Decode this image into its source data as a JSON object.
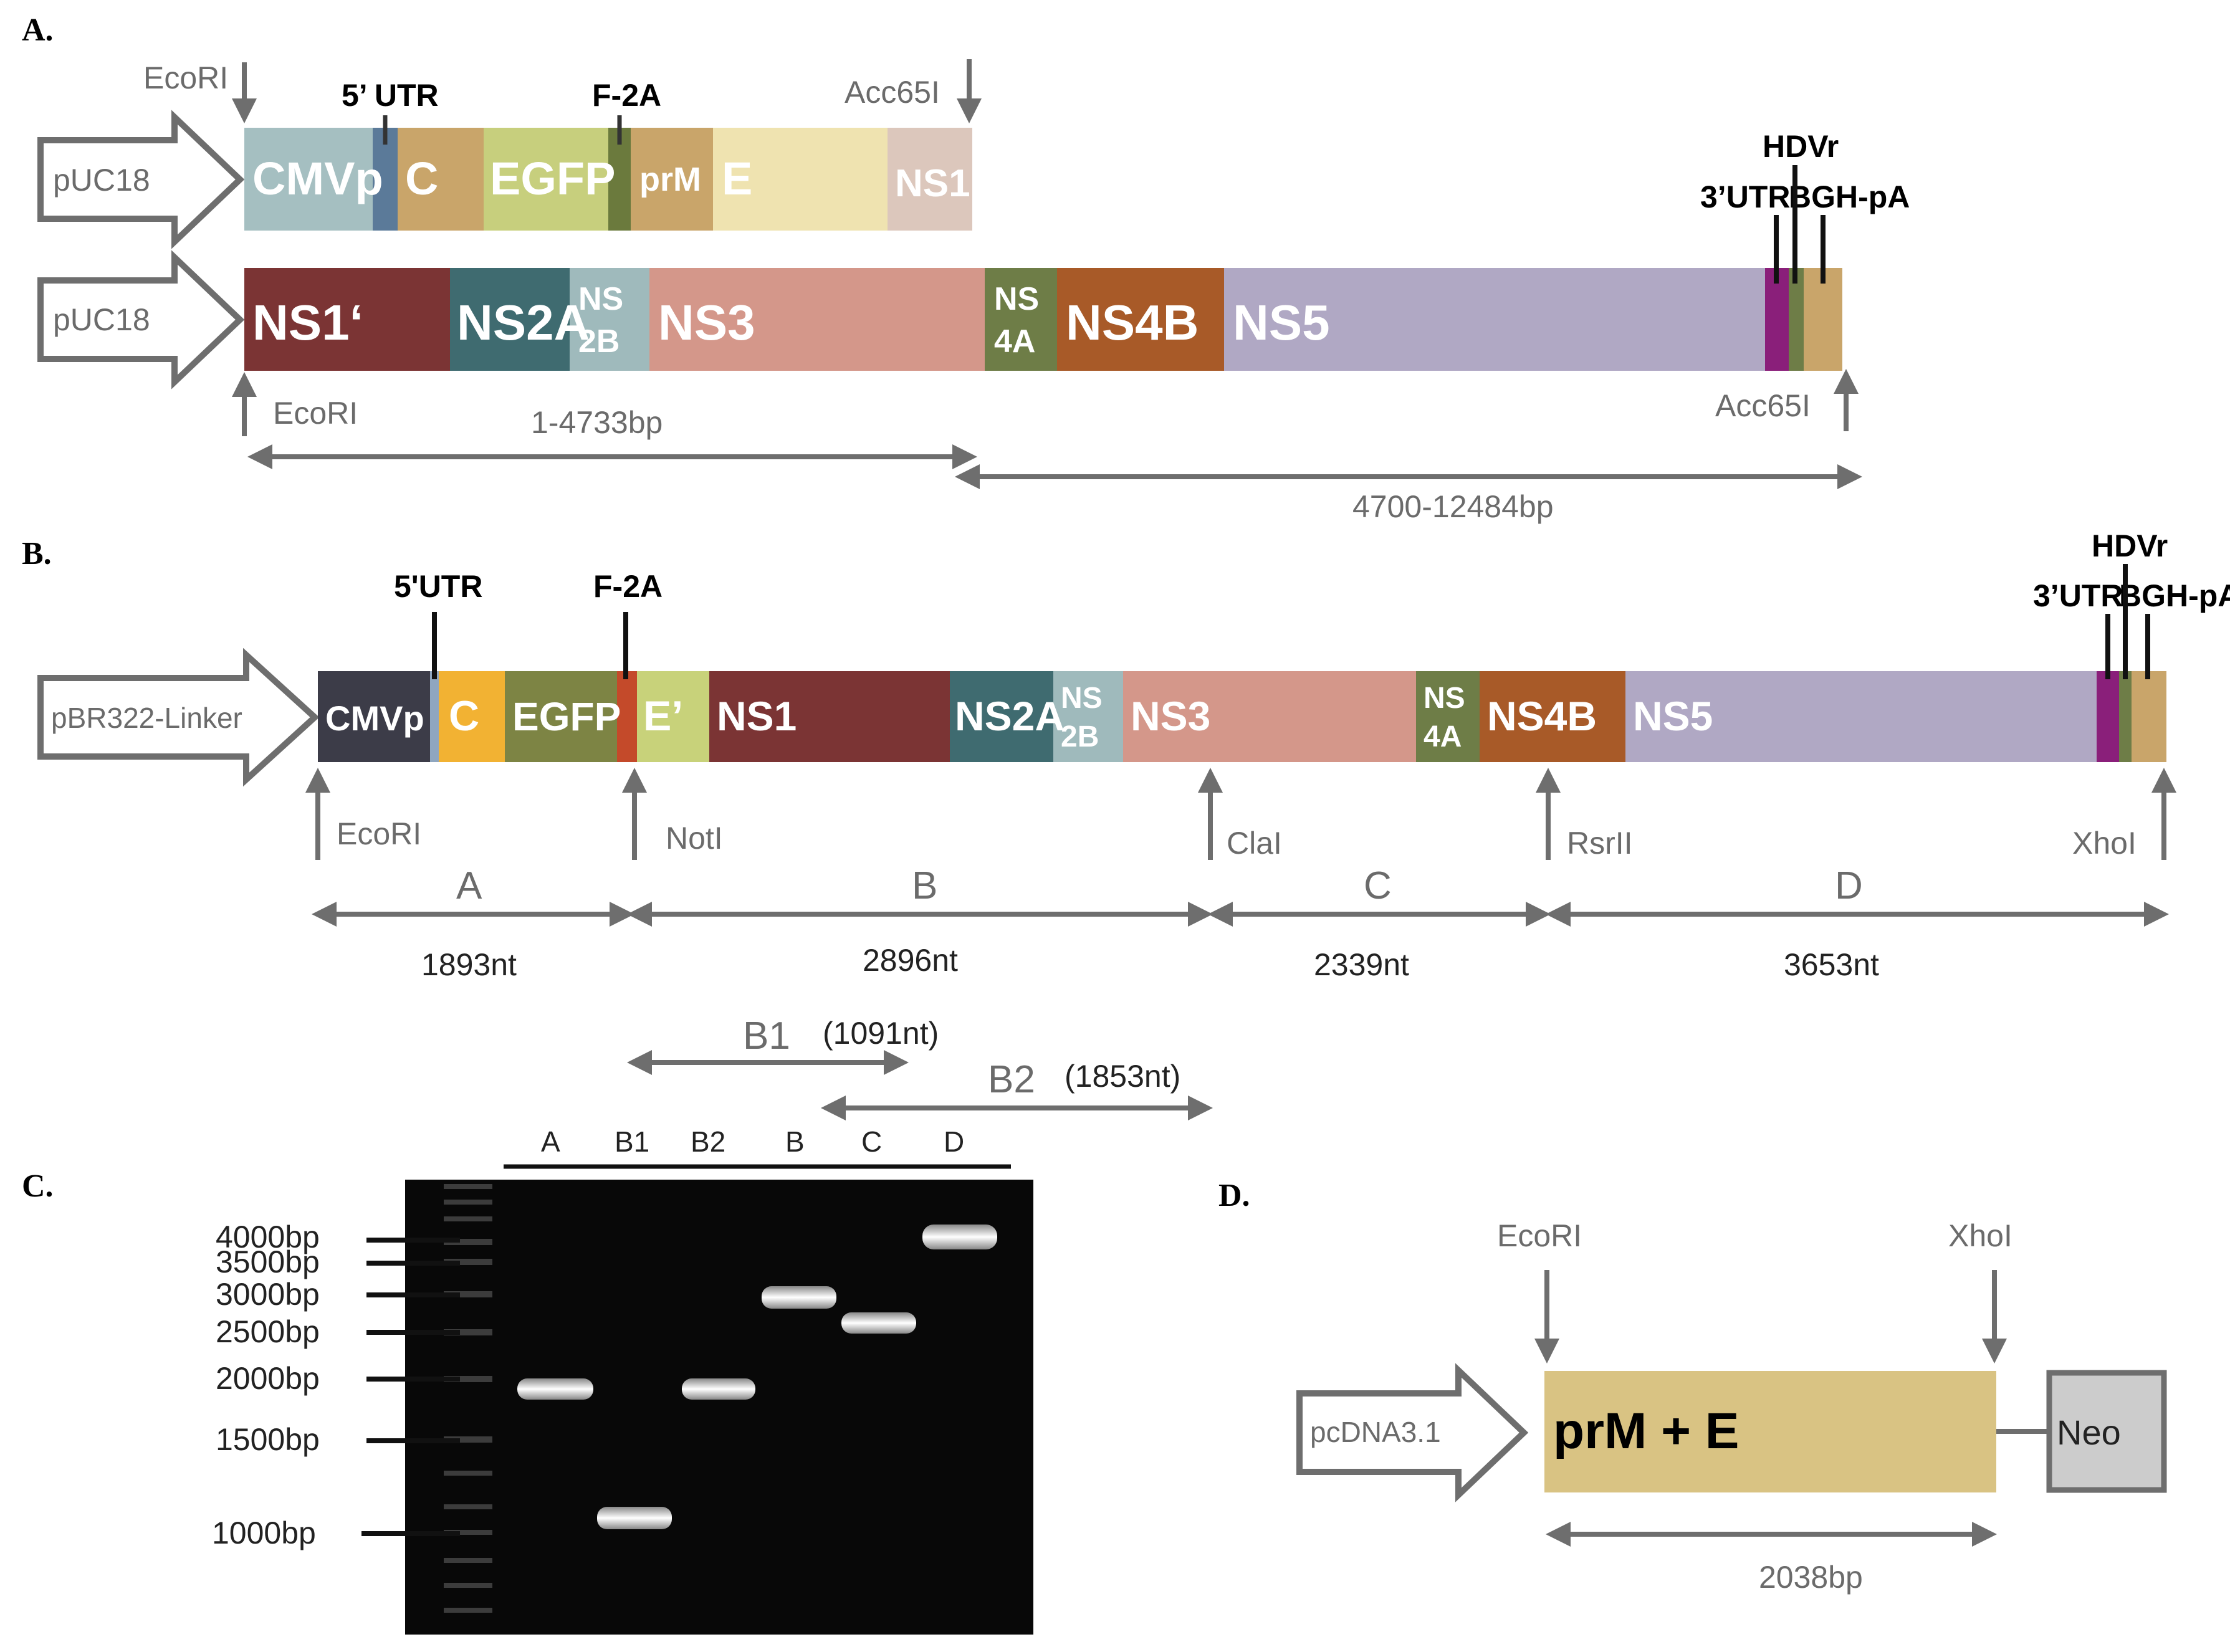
{
  "panels": {
    "a": "A.",
    "b": "B.",
    "c": "C.",
    "d": "D."
  },
  "colors": {
    "arrow_gray": "#6e6e6e",
    "cmvp_a": "#a5bfc1",
    "utr_a": "#5b7a99",
    "c_a": "#c9a56a",
    "egfp_a": "#c7cf7d",
    "f2a_a": "#6b7a3d",
    "prm_a": "#c9a56a",
    "e_a": "#efe3b0",
    "ns1p_a": "#dcc7bc",
    "ns1": "#7b3434",
    "ns2a": "#3f6b70",
    "ns2b": "#9fbabc",
    "ns3": "#d4978a",
    "ns4a": "#6e7d47",
    "ns4b": "#a85a28",
    "ns5": "#b0a8c4",
    "utr3": "#8a1f7a",
    "bgh": "#c9a56a",
    "cmvp_b": "#3c3c48",
    "c_b": "#f2b233",
    "egfp_b": "#7d8444",
    "f2a_b": "#c44a2a",
    "ep_b": "#c8d27a",
    "prme": "#d9c383",
    "neo": "#cccccc"
  },
  "panel_a": {
    "vector_top": "pUC18",
    "vector_bottom": "pUC18",
    "top_segments": [
      "CMVp",
      "C",
      "EGFP",
      "prM",
      "E",
      "NS1’"
    ],
    "bottom_segments": [
      "NS1‘",
      "NS2A",
      "NS",
      "2B",
      "NS3",
      "NS",
      "4A",
      "NS4B",
      "NS5"
    ],
    "labels": {
      "utr5": "5’ UTR",
      "f2a": "F-2A",
      "hdvr": "HDVr",
      "utr3": "3’UTR",
      "bgh": "BGH-pA",
      "ecori_top": "EcoRI",
      "acc_top": "Acc65I",
      "ecori_bottom": "EcoRI",
      "acc_bottom": "Acc65I"
    },
    "ranges": [
      "1-4733bp",
      "4700-12484bp"
    ]
  },
  "panel_b": {
    "vector": "pBR322-Linker",
    "segments": [
      "CMVp",
      "C",
      "EGFP",
      "E’",
      "NS1",
      "NS2A",
      "NS",
      "2B",
      "NS3",
      "NS",
      "4A",
      "NS4B",
      "NS5"
    ],
    "labels": {
      "utr5": "5'UTR",
      "f2a": "F-2A",
      "hdvr": "HDVr",
      "utr3": "3’UTR",
      "bgh": "BGH-pA"
    },
    "sites": [
      "EcoRI",
      "NotI",
      "ClaI",
      "RsrII",
      "XhoI"
    ],
    "fragments": [
      {
        "name": "A",
        "length": "1893nt"
      },
      {
        "name": "B",
        "length": "2896nt"
      },
      {
        "name": "C",
        "length": "2339nt"
      },
      {
        "name": "D",
        "length": "3653nt"
      }
    ],
    "subfragments": [
      {
        "name": "B1",
        "length": "(1091nt)"
      },
      {
        "name": "B2",
        "length": "(1853nt)"
      }
    ]
  },
  "panel_c": {
    "lanes": [
      "A",
      "B1",
      "B2",
      "B",
      "C",
      "D"
    ],
    "markers": [
      "4000bp",
      "3500bp",
      "3000bp",
      "2500bp",
      "2000bp",
      "1500bp",
      "1000bp"
    ]
  },
  "panel_d": {
    "vector": "pcDNA3.1",
    "insert": "prM + E",
    "neo": "Neo",
    "sites": [
      "EcoRI",
      "XhoI"
    ],
    "length": "2038bp"
  }
}
